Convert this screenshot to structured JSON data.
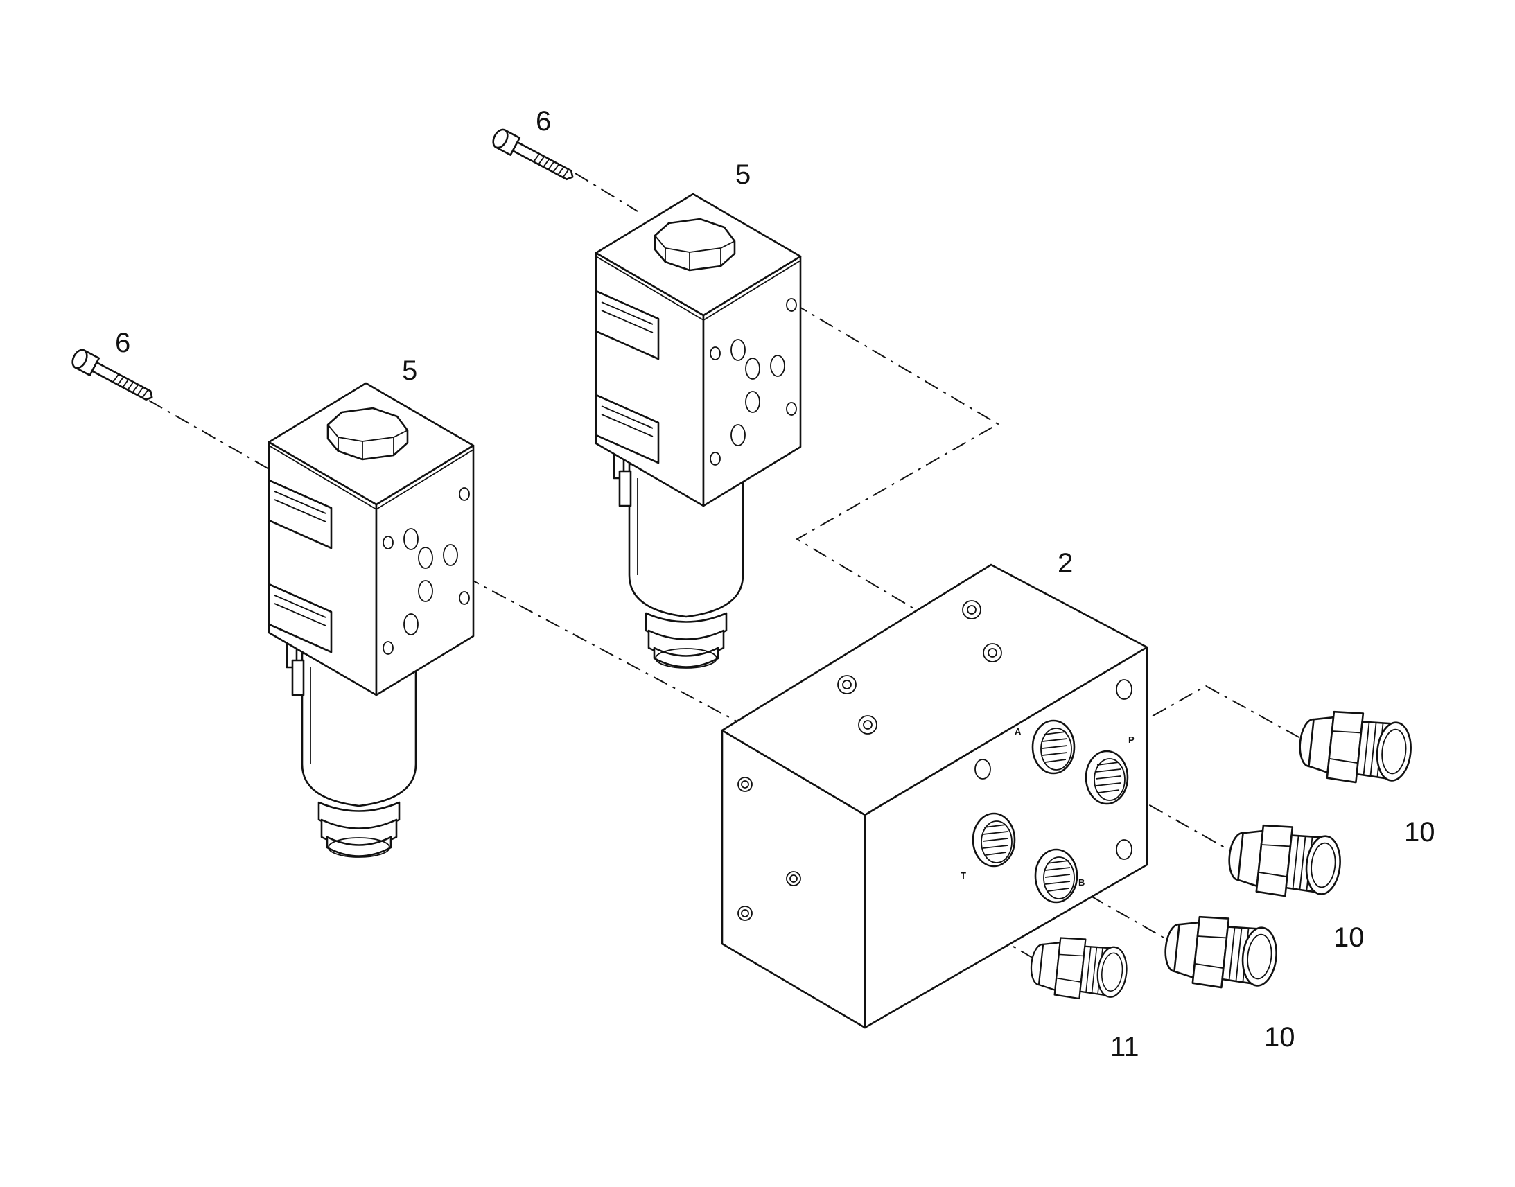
{
  "diagram": {
    "callouts": {
      "screw_left": "6",
      "screw_right": "6",
      "valve_left": "5",
      "valve_right": "5",
      "manifold": "2",
      "fitting_1": "10",
      "fitting_2": "10",
      "fitting_3": "10",
      "fitting_4": "11"
    },
    "port_labels": {
      "a": "A",
      "p": "P",
      "t": "T",
      "b": "B"
    }
  }
}
